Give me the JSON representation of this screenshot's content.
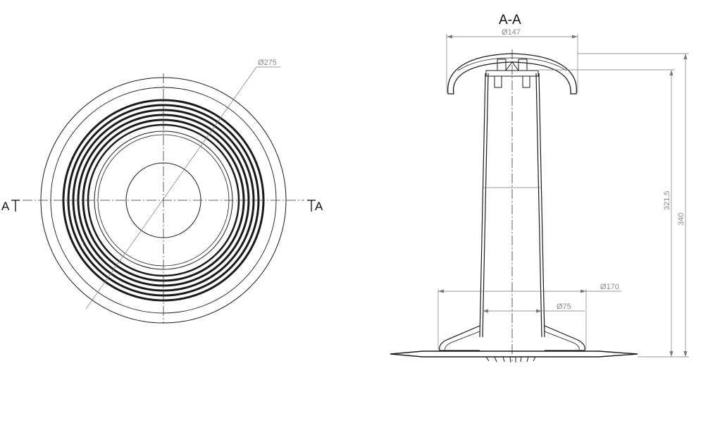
{
  "section_title": "A-A",
  "section_marks": {
    "left": "A",
    "right": "A"
  },
  "dimensions": {
    "top_diameter": "275",
    "cap_diameter": "147",
    "flange_diameter": "170",
    "pipe_diameter": "75",
    "height_inner": "321,5",
    "height_total": "340"
  },
  "diameter_symbol": "Ø"
}
